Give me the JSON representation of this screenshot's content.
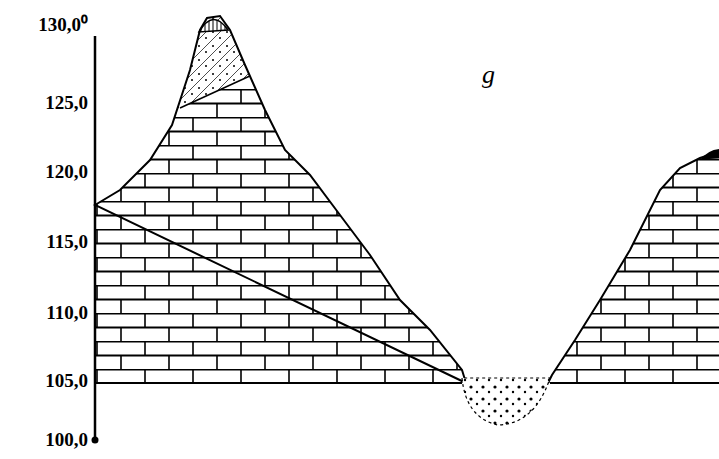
{
  "diagram": {
    "labels": [
      "130,0⁰",
      "125,0",
      "120,0",
      "115,0",
      "110,0",
      "105,0",
      "100,0",
      "g"
    ]
  }
}
